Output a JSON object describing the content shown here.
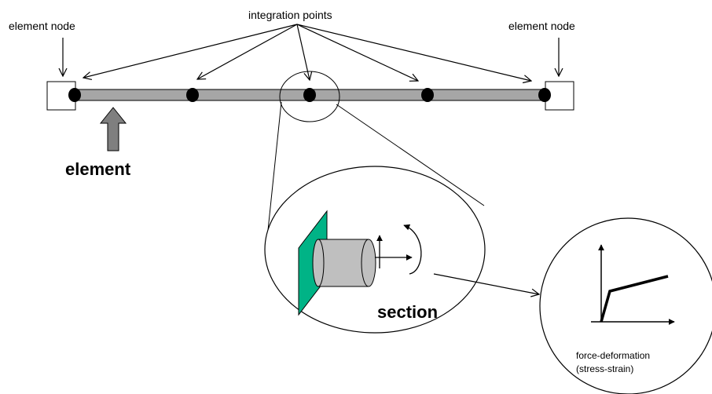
{
  "labels": {
    "element_node_left": "element node",
    "element_node_right": "element node",
    "integration_points": "integration points",
    "element": "element",
    "section": "section",
    "force_deformation_line1": "force-deformation",
    "force_deformation_line2": "(stress-strain)"
  },
  "icons": {
    "up_arrow": "block-arrow-up-icon",
    "node_box": "square-node-icon",
    "integration_point": "filled-dot-icon"
  },
  "colors": {
    "element_bar": "#a6a6a6",
    "element_arrow": "#7f7f7f",
    "section_plate": "#00b386",
    "section_cylinder": "#bfbfbf",
    "line": "#000000"
  }
}
